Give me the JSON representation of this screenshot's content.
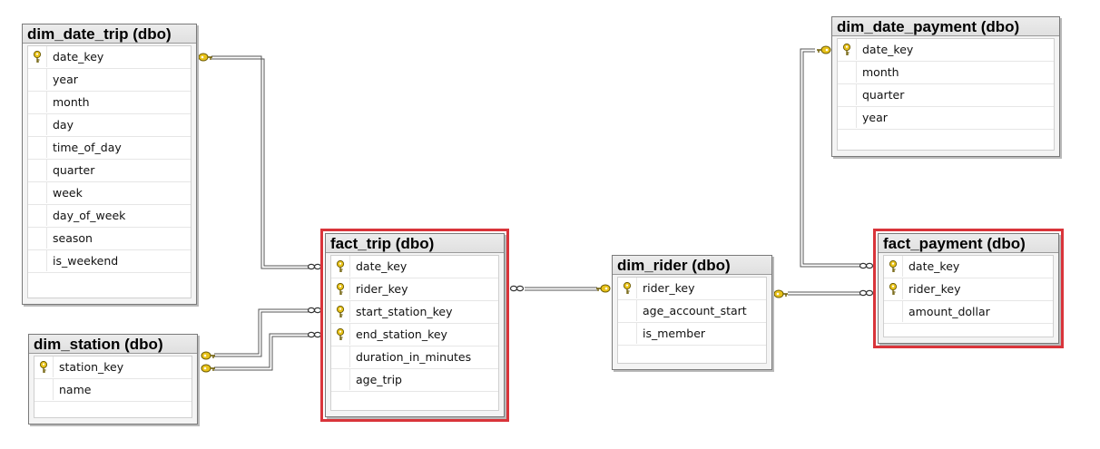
{
  "tables": {
    "dim_date_trip": {
      "title": "dim_date_trip (dbo)",
      "columns": [
        {
          "name": "date_key",
          "key": true
        },
        {
          "name": "year",
          "key": false
        },
        {
          "name": "month",
          "key": false
        },
        {
          "name": "day",
          "key": false
        },
        {
          "name": "time_of_day",
          "key": false
        },
        {
          "name": "quarter",
          "key": false
        },
        {
          "name": "week",
          "key": false
        },
        {
          "name": "day_of_week",
          "key": false
        },
        {
          "name": "season",
          "key": false
        },
        {
          "name": "is_weekend",
          "key": false
        }
      ]
    },
    "dim_station": {
      "title": "dim_station (dbo)",
      "columns": [
        {
          "name": "station_key",
          "key": true
        },
        {
          "name": "name",
          "key": false
        }
      ]
    },
    "fact_trip": {
      "title": "fact_trip (dbo)",
      "columns": [
        {
          "name": "date_key",
          "key": true
        },
        {
          "name": "rider_key",
          "key": true
        },
        {
          "name": "start_station_key",
          "key": true
        },
        {
          "name": "end_station_key",
          "key": true
        },
        {
          "name": "duration_in_minutes",
          "key": false
        },
        {
          "name": "age_trip",
          "key": false
        }
      ]
    },
    "dim_rider": {
      "title": "dim_rider (dbo)",
      "columns": [
        {
          "name": "rider_key",
          "key": true
        },
        {
          "name": "age_account_start",
          "key": false
        },
        {
          "name": "is_member",
          "key": false
        }
      ]
    },
    "dim_date_payment": {
      "title": "dim_date_payment (dbo)",
      "columns": [
        {
          "name": "date_key",
          "key": true
        },
        {
          "name": "month",
          "key": false
        },
        {
          "name": "quarter",
          "key": false
        },
        {
          "name": "year",
          "key": false
        }
      ]
    },
    "fact_payment": {
      "title": "fact_payment (dbo)",
      "columns": [
        {
          "name": "date_key",
          "key": true
        },
        {
          "name": "rider_key",
          "key": true
        },
        {
          "name": "amount_dollar",
          "key": false
        }
      ]
    }
  },
  "highlighted_tables": [
    "fact_trip",
    "fact_payment"
  ],
  "colors": {
    "highlight": "#d9343a",
    "key_icon": "#e8c21a",
    "connector": "#555555"
  },
  "icons": {
    "primary_key": "key-icon",
    "one_end": "key-icon",
    "many_end": "infinity-icon"
  },
  "relationships": [
    {
      "from": "dim_date_trip.date_key",
      "to": "fact_trip.date_key"
    },
    {
      "from": "dim_station.station_key",
      "to": "fact_trip.start_station_key"
    },
    {
      "from": "dim_station.station_key",
      "to": "fact_trip.end_station_key"
    },
    {
      "from": "dim_rider.rider_key",
      "to": "fact_trip.rider_key"
    },
    {
      "from": "dim_date_payment.date_key",
      "to": "fact_payment.date_key"
    },
    {
      "from": "dim_rider.rider_key",
      "to": "fact_payment.rider_key"
    }
  ]
}
